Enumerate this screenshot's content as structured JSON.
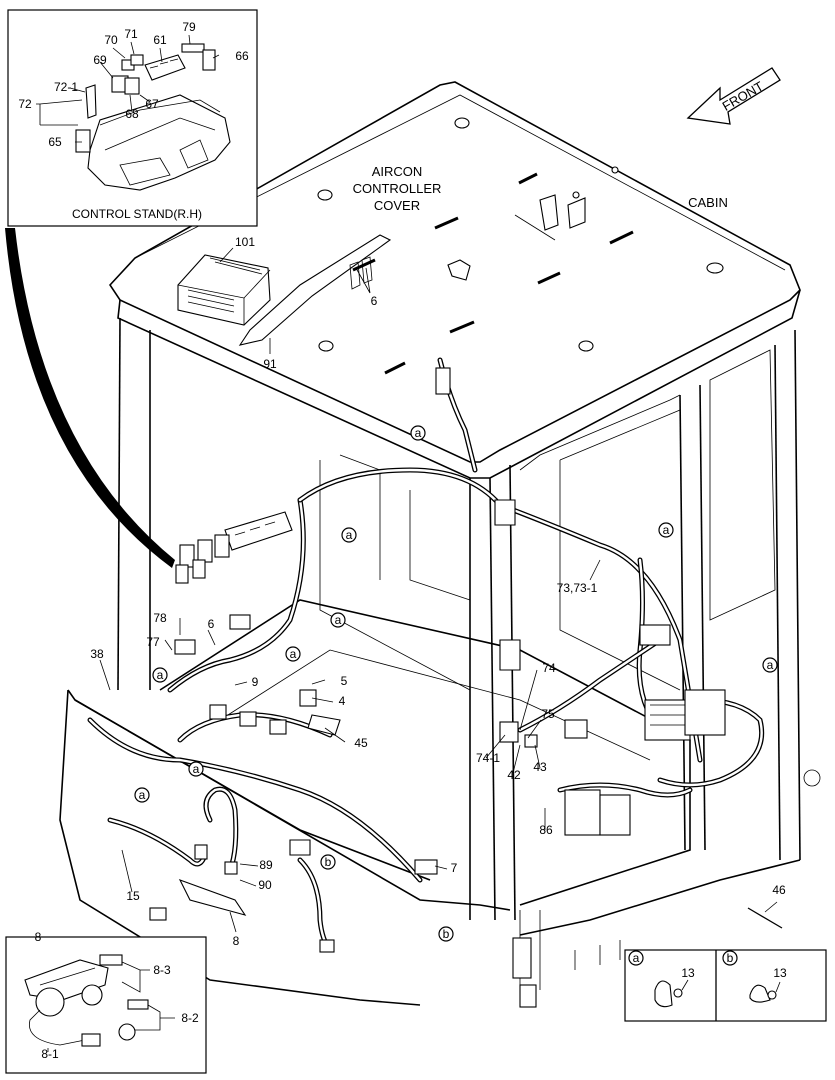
{
  "inset_control_stand": {
    "title": "CONTROL STAND(R.H)",
    "labels": [
      "70",
      "71",
      "61",
      "79",
      "69",
      "66",
      "72-1",
      "72",
      "68",
      "67",
      "65"
    ]
  },
  "cab_texts": {
    "aircon_line1": "AIRCON",
    "aircon_line2": "CONTROLLER",
    "aircon_line3": "COVER",
    "cabin": "CABIN",
    "front": "FRONT"
  },
  "part_labels": {
    "l101": "101",
    "l6a": "6",
    "l91": "91",
    "l73": "73,73-1",
    "l78": "78",
    "l6b": "6",
    "l77": "77",
    "l38": "38",
    "l9": "9",
    "l5": "5",
    "l4": "4",
    "l45": "45",
    "l74": "74",
    "l75": "75",
    "l741": "74-1",
    "l42": "42",
    "l43": "43",
    "l86": "86",
    "l15": "15",
    "l89": "89",
    "l90": "90",
    "l8": "8",
    "l7": "7",
    "l46": "46"
  },
  "callouts": {
    "a": "a",
    "b": "b"
  },
  "inset_pedal": {
    "title": "8",
    "labels": [
      "8-3",
      "8-2",
      "8-1"
    ]
  },
  "inset_clamps": {
    "a_key": "a",
    "b_key": "b",
    "a_part": "13",
    "b_part": "13"
  }
}
